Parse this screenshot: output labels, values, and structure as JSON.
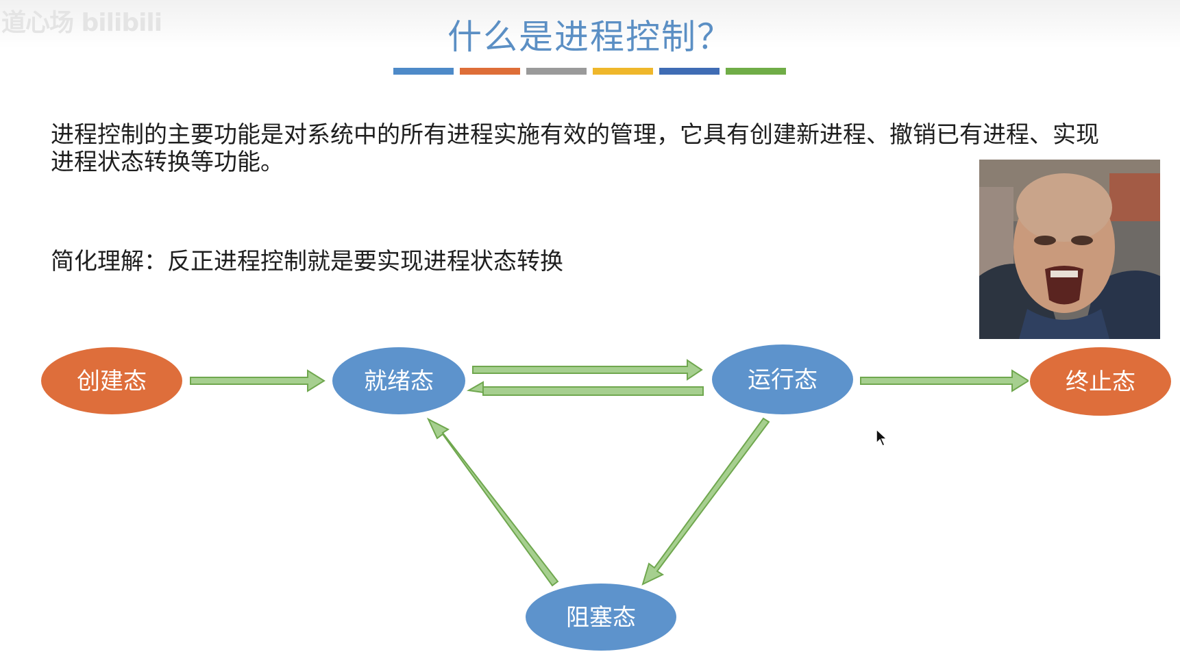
{
  "watermark": "道心场 bilibili",
  "title": "什么是进程控制？",
  "title_bar_colors": [
    "#4e8ac8",
    "#de6e38",
    "#9a9a9a",
    "#efb72b",
    "#3f6cb4",
    "#70ad47"
  ],
  "paragraph": {
    "line1": "进程控制的主要功能是对系统中的所有进程实施有效的管理，它具有创建新进程、撤销已有进程、实现",
    "line2": "进程状态转换等功能。"
  },
  "summary": "简化理解：反正进程控制就是要实现进程状态转换",
  "states": {
    "create": "创建态",
    "ready": "就绪态",
    "running": "运行态",
    "terminate": "终止态",
    "blocked": "阻塞态"
  },
  "colors": {
    "orange_state": "#de6e3b",
    "blue_state": "#5d93cc",
    "arrow_fill": "#a6cf8f",
    "arrow_stroke": "#6fa74e",
    "title": "#5b8fc4"
  },
  "transitions": [
    {
      "from": "创建态",
      "to": "就绪态"
    },
    {
      "from": "就绪态",
      "to": "运行态"
    },
    {
      "from": "运行态",
      "to": "就绪态"
    },
    {
      "from": "运行态",
      "to": "终止态"
    },
    {
      "from": "运行态",
      "to": "阻塞态"
    },
    {
      "from": "阻塞态",
      "to": "就绪态"
    }
  ],
  "meme_image": "screaming-man-photo"
}
